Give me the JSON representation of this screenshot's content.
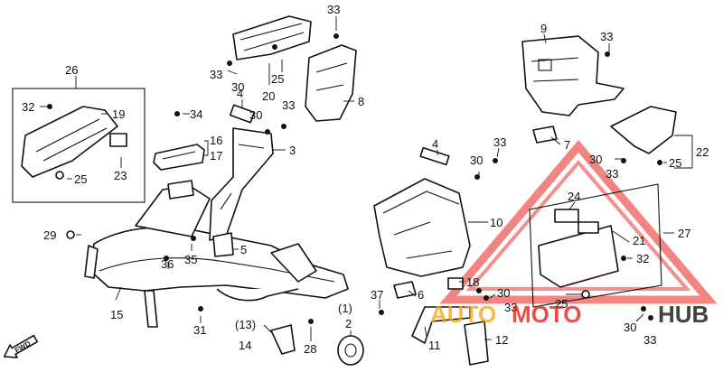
{
  "callouts": {
    "c26": "26",
    "c32a": "32",
    "c19": "19",
    "c23": "23",
    "c25a": "25",
    "c34": "34",
    "c16": "16",
    "c17": "17",
    "c3": "3",
    "c4a": "4",
    "c30a": "30",
    "c33a": "33",
    "c33top": "33",
    "c33b": "33",
    "c30b": "30",
    "c20": "20",
    "c25b": "25",
    "c8": "8",
    "c5": "5",
    "c35": "35",
    "c36": "36",
    "c29": "29",
    "c15": "15",
    "c31": "31",
    "c13": "(13)",
    "c14": "14",
    "c28": "28",
    "c1": "(1)",
    "c2": "2",
    "c37": "37",
    "c6": "6",
    "c9": "9",
    "c33c": "33",
    "c7": "7",
    "c22": "22",
    "c30c": "30",
    "c33d": "33",
    "c25c": "25",
    "c4b": "4",
    "c33e": "33",
    "c30d": "30",
    "c10": "10",
    "c27": "27",
    "c24": "24",
    "c21": "21",
    "c32b": "32",
    "c25d": "25",
    "c18": "18",
    "c30e": "30",
    "c33f": "33",
    "c11": "11",
    "c12": "12",
    "c30f": "30",
    "c33g": "33"
  },
  "fwd_label": "FWD",
  "watermark": {
    "text_a": "AUTO",
    "text_b": "MOTO",
    "text_c": "HUB",
    "color_red": "#e8201a",
    "color_orange": "#f2a81d",
    "color_dark": "#222222"
  }
}
